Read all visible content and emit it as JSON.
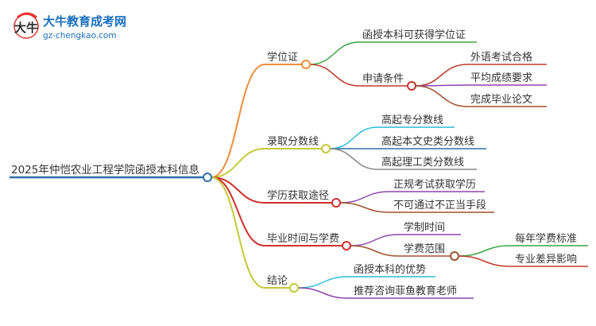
{
  "brand": {
    "name": "大牛教育成考网",
    "url": "gz-chengkao.com",
    "logo_glyph": "大牛"
  },
  "root": {
    "label": "2025年仲恺农业工程学院函授本科信息",
    "color": "#2f6ea8"
  },
  "branches": [
    {
      "label": "学位证",
      "color": "#ee8d3a",
      "children": [
        {
          "label": "函授本科可获得学位证",
          "color": "#3aa640"
        },
        {
          "label": "申请条件",
          "color": "#c0392b",
          "children": [
            {
              "label": "外语考试合格",
              "color": "#c0392b"
            },
            {
              "label": "平均成绩要求",
              "color": "#8e44ad"
            },
            {
              "label": "完成毕业论文",
              "color": "#a0522d"
            }
          ]
        }
      ]
    },
    {
      "label": "录取分数线",
      "color": "#c5c83a",
      "children": [
        {
          "label": "高起专分数线",
          "color": "#2bbcd4"
        },
        {
          "label": "高起本文史类分数线",
          "color": "#2f6ea8"
        },
        {
          "label": "高起理工类分数线",
          "color": "#8a8a8a"
        }
      ]
    },
    {
      "label": "学历获取途径",
      "color": "#d0312d",
      "children": [
        {
          "label": "正规考试获取学历",
          "color": "#8e44ad"
        },
        {
          "label": "不可通过不正当手段",
          "color": "#a0522d"
        }
      ]
    },
    {
      "label": "毕业时间与学费",
      "color": "#d0312d",
      "children": [
        {
          "label": "学制时间",
          "color": "#8e44ad"
        },
        {
          "label": "学费范围",
          "color": "#a0522d",
          "children": [
            {
              "label": "每年学费标准",
              "color": "#3aa640"
            },
            {
              "label": "专业差异影响",
              "color": "#c0392b"
            }
          ]
        }
      ]
    },
    {
      "label": "结论",
      "color": "#c5c83a",
      "children": [
        {
          "label": "函授本科的优势",
          "color": "#2bbcd4"
        },
        {
          "label": "推荐咨询菲鱼教育老师",
          "color": "#8e44ad"
        }
      ]
    }
  ]
}
